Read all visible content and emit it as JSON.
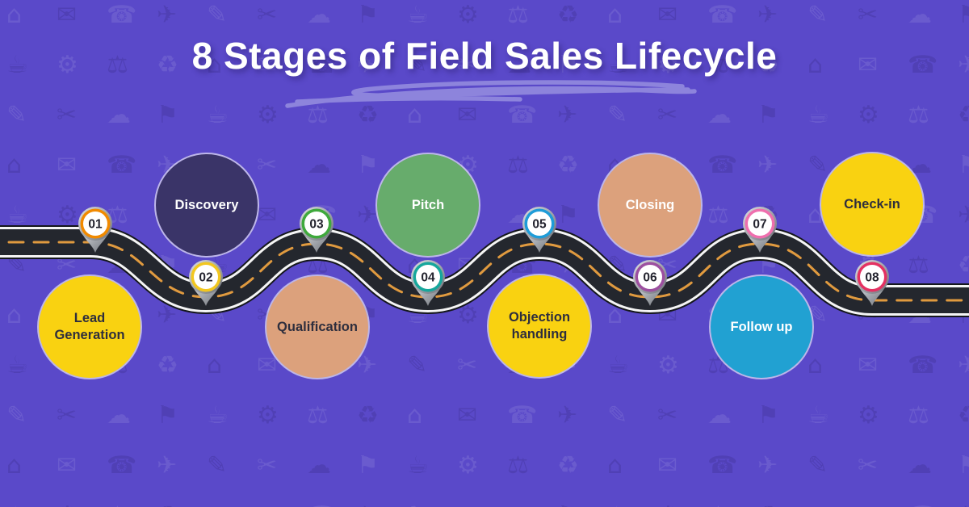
{
  "title": "8 Stages of Field Sales Lifecycle",
  "colors": {
    "background": "#5A49C9",
    "title_text": "#FFFFFF",
    "scribble": "#978FE0",
    "road_outline": "#15171C",
    "road_edge": "#F5F5F5",
    "road_asphalt": "#24272E",
    "road_dash": "#E09A3F",
    "pin_metal_light": "#DFE1E4",
    "pin_metal_dark": "#6E7178",
    "pin_number_text": "#23232E"
  },
  "stages": [
    {
      "number": "01",
      "label": "Lead Generation",
      "circle_color": "#F9D211",
      "label_color": "#2E2E3D",
      "pin_ring_color": "#F18A00",
      "circle_side": "below-road",
      "pin_side": "above-road"
    },
    {
      "number": "02",
      "label": "Discovery",
      "circle_color": "#3A3468",
      "label_color": "#FFFFFF",
      "pin_ring_color": "#F2C71F",
      "circle_side": "above-road",
      "pin_side": "below-road"
    },
    {
      "number": "03",
      "label": "Qualification",
      "circle_color": "#DCA17C",
      "label_color": "#2E2E3D",
      "pin_ring_color": "#3FA93C",
      "circle_side": "below-road",
      "pin_side": "above-road"
    },
    {
      "number": "04",
      "label": "Pitch",
      "circle_color": "#67AC6C",
      "label_color": "#FFFFFF",
      "pin_ring_color": "#16A79C",
      "circle_side": "above-road",
      "pin_side": "below-road"
    },
    {
      "number": "05",
      "label": "Objection handling",
      "circle_color": "#F9D211",
      "label_color": "#2E2E3D",
      "pin_ring_color": "#1E9CD8",
      "circle_side": "below-road",
      "pin_side": "above-road"
    },
    {
      "number": "06",
      "label": "Closing",
      "circle_color": "#DCA17C",
      "label_color": "#FFFFFF",
      "pin_ring_color": "#9C4FA0",
      "circle_side": "above-road",
      "pin_side": "below-road"
    },
    {
      "number": "07",
      "label": "Follow up",
      "circle_color": "#21A1D2",
      "label_color": "#FFFFFF",
      "pin_ring_color": "#EF6FAE",
      "circle_side": "below-road",
      "pin_side": "above-road"
    },
    {
      "number": "08",
      "label": "Check-in",
      "circle_color": "#F9D211",
      "label_color": "#2E2E3D",
      "pin_ring_color": "#E43162",
      "circle_side": "above-road",
      "pin_side": "below-road"
    }
  ],
  "background_pattern": {
    "description": "faint business doodle icons",
    "glyphs": [
      "⌂",
      "✉",
      "☎",
      "✈",
      "✎",
      "✂",
      "☁",
      "⚑",
      "☕",
      "⚙",
      "⚖",
      "♻"
    ]
  }
}
